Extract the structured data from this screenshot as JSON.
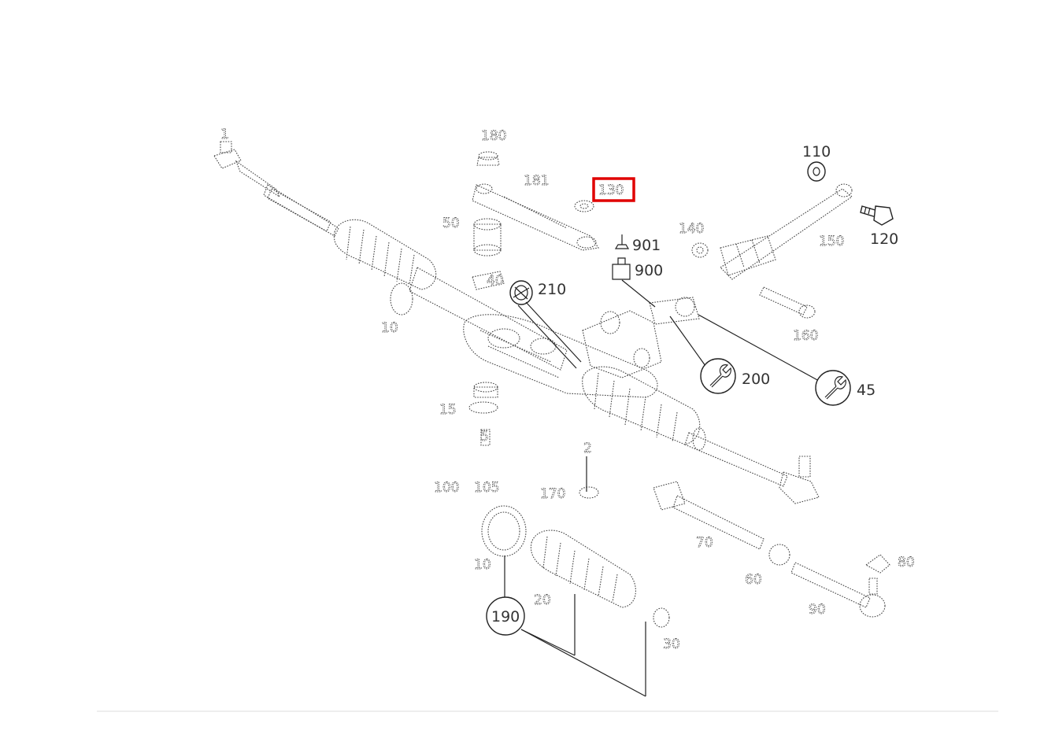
{
  "labels": {
    "l1": "1",
    "l180": "180",
    "l181": "181",
    "l130": "130",
    "l110": "110",
    "l120": "120",
    "l50": "50",
    "l140": "140",
    "l150": "150",
    "l901": "901",
    "l900": "900",
    "l210": "210",
    "l40": "40",
    "l10": "10",
    "l160": "160",
    "l200": "200",
    "l45": "45",
    "l15": "15",
    "l5": "5",
    "l100": "100",
    "l105": "105",
    "l2": "2",
    "l170": "170",
    "l70": "70",
    "l10b": "10",
    "l20": "20",
    "l60": "60",
    "l80": "80",
    "l90": "90",
    "l190": "190",
    "l30": "30"
  },
  "colors": {
    "highlight": "#e00000",
    "line": "#222222",
    "part": "#444444"
  },
  "icons": {
    "wrench": "wrench-icon",
    "grease": "grease-icon",
    "sealant": "sealant-icon"
  }
}
